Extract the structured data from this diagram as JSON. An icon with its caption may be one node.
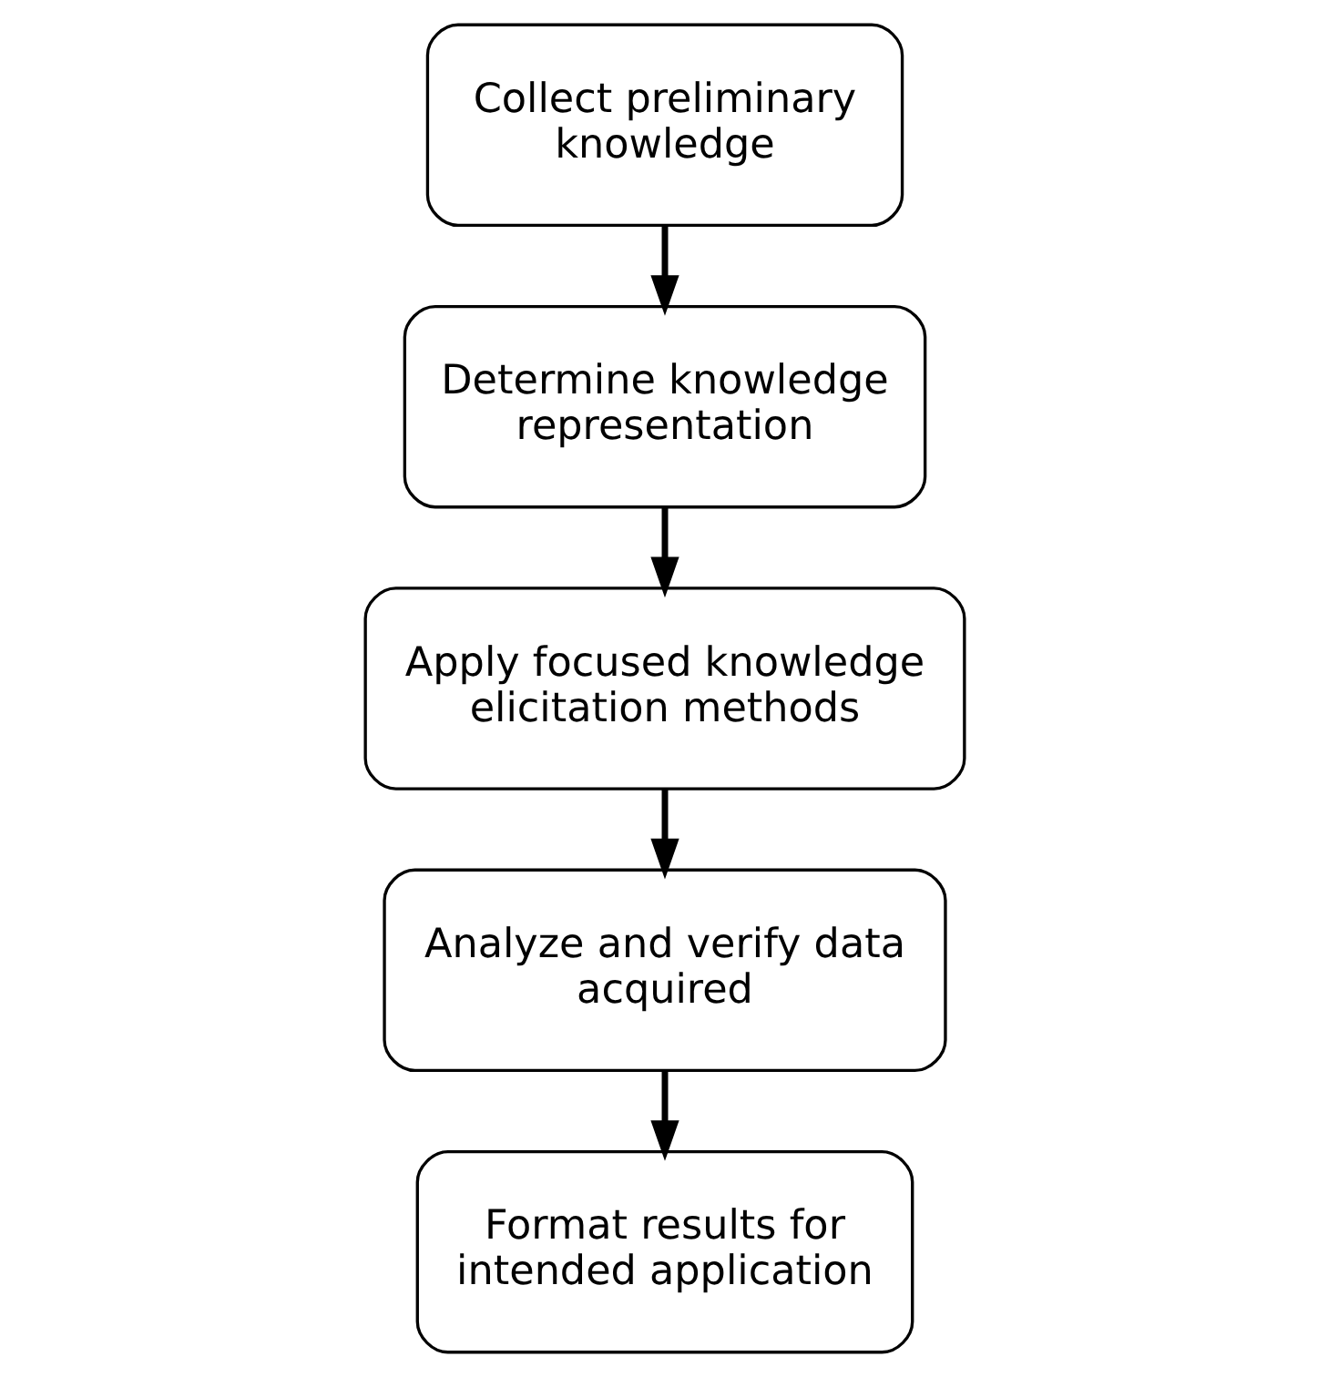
{
  "diagram": {
    "nodes": [
      {
        "text": [
          "Collect preliminary knowledge"
        ]
      },
      {
        "text": [
          "Determine knowledge representation"
        ]
      },
      {
        "text": [
          "Apply focused knowledge elicitation methods"
        ]
      },
      {
        "text": [
          "Analyze and verify data acquired"
        ]
      },
      {
        "text": [
          "Format results for intended application"
        ]
      }
    ],
    "edges": [
      {
        "from": 0,
        "to": 1,
        "arrow": "to"
      },
      {
        "from": 1,
        "to": 2,
        "arrow": "to"
      },
      {
        "from": 2,
        "to": 3,
        "arrow": "to"
      },
      {
        "from": 3,
        "to": 4,
        "arrow": "to"
      }
    ]
  }
}
